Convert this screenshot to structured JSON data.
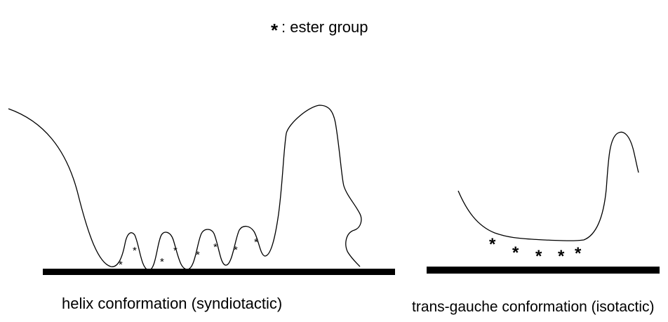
{
  "legend": {
    "symbol": "*",
    "text": ": ester group"
  },
  "panels": [
    {
      "caption": "helix conformation (syndiotactic)",
      "marker": "*"
    },
    {
      "caption": "trans-gauche conformation (isotactic)",
      "marker": "*"
    }
  ],
  "colors": {
    "line": "#000000",
    "surface": "#000000",
    "background": "#ffffff"
  }
}
